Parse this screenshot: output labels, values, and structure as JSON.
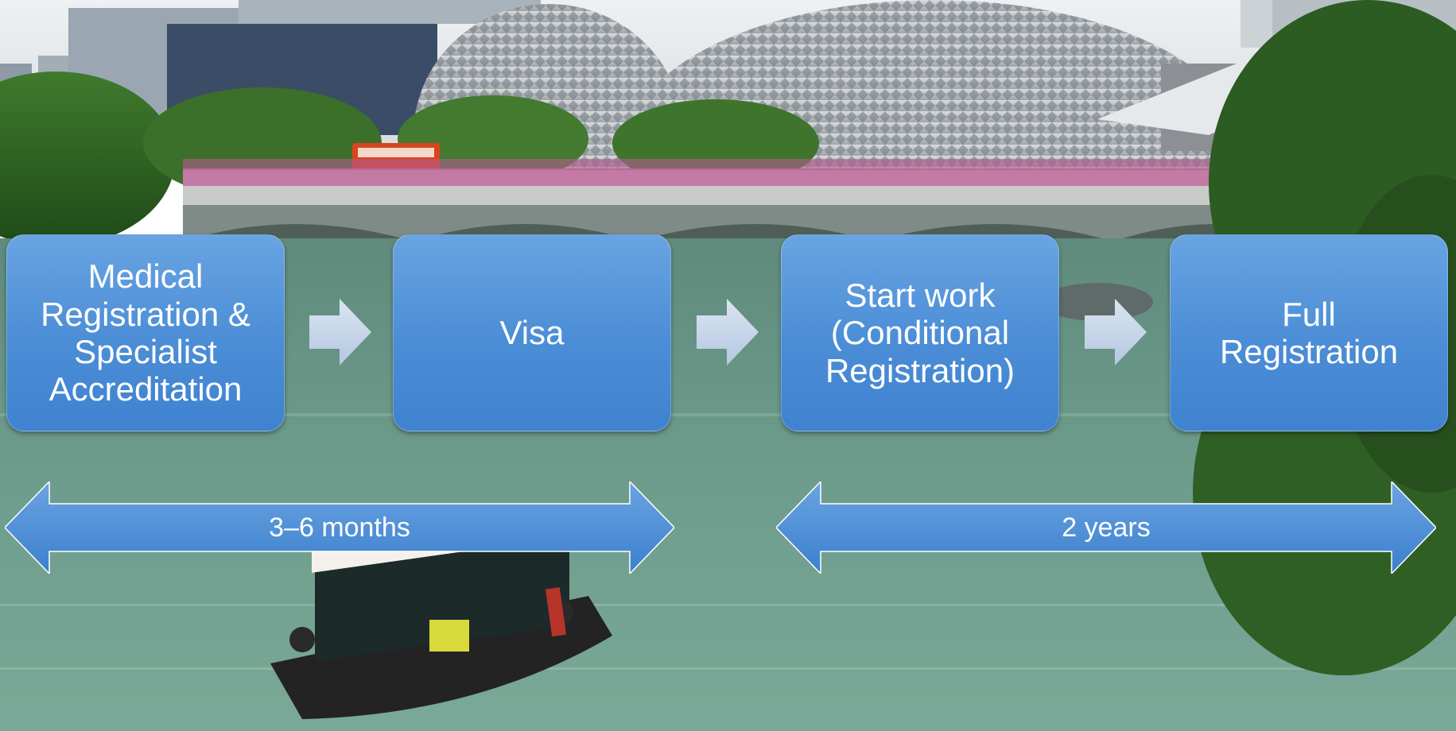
{
  "steps": [
    {
      "lines": [
        "Medical",
        "Registration &",
        "Specialist",
        "Accreditation"
      ]
    },
    {
      "lines": [
        "Visa"
      ]
    },
    {
      "lines": [
        "Start work",
        "(Conditional",
        "Registration)"
      ]
    },
    {
      "lines": [
        "Full",
        "Registration"
      ]
    }
  ],
  "durations": [
    {
      "label": "3–6 months"
    },
    {
      "label": "2 years"
    }
  ],
  "colors": {
    "box_fill_top": "#69a4e2",
    "box_fill_bottom": "#3f82cf",
    "connector_fill": "#c5d5ea",
    "span_arrow_fill": "#4f8fd6",
    "text": "#ffffff"
  }
}
